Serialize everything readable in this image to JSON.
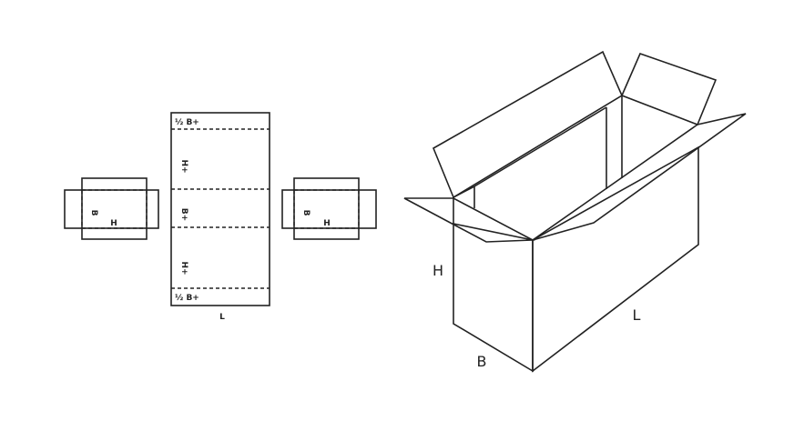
{
  "flat_layout": {
    "top_label": "½ B+",
    "bottom_label": "½ B+",
    "panel_upper_label": "H+",
    "panel_middle_label": "B+",
    "panel_lower_label": "H+",
    "length_label": "L",
    "left_flap": {
      "b_label": "B",
      "h_label": "H"
    },
    "right_flap": {
      "b_label": "B",
      "h_label": "H"
    }
  },
  "box_3d": {
    "height_label": "H",
    "width_label": "B",
    "length_label": "L"
  }
}
